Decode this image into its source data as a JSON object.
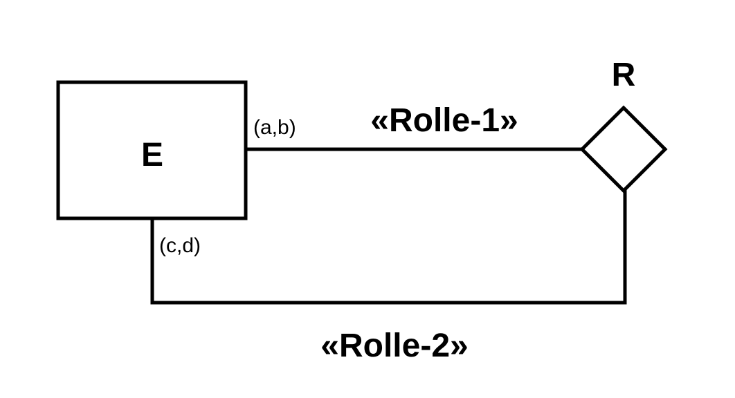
{
  "entity": {
    "label": "E"
  },
  "relationship": {
    "label": "R"
  },
  "roles": [
    {
      "label": "«Rolle-1»",
      "cardinality": "(a,b)"
    },
    {
      "label": "«Rolle-2»",
      "cardinality": "(c,d)"
    }
  ],
  "colors": {
    "line": "#000000",
    "background": "#ffffff"
  }
}
